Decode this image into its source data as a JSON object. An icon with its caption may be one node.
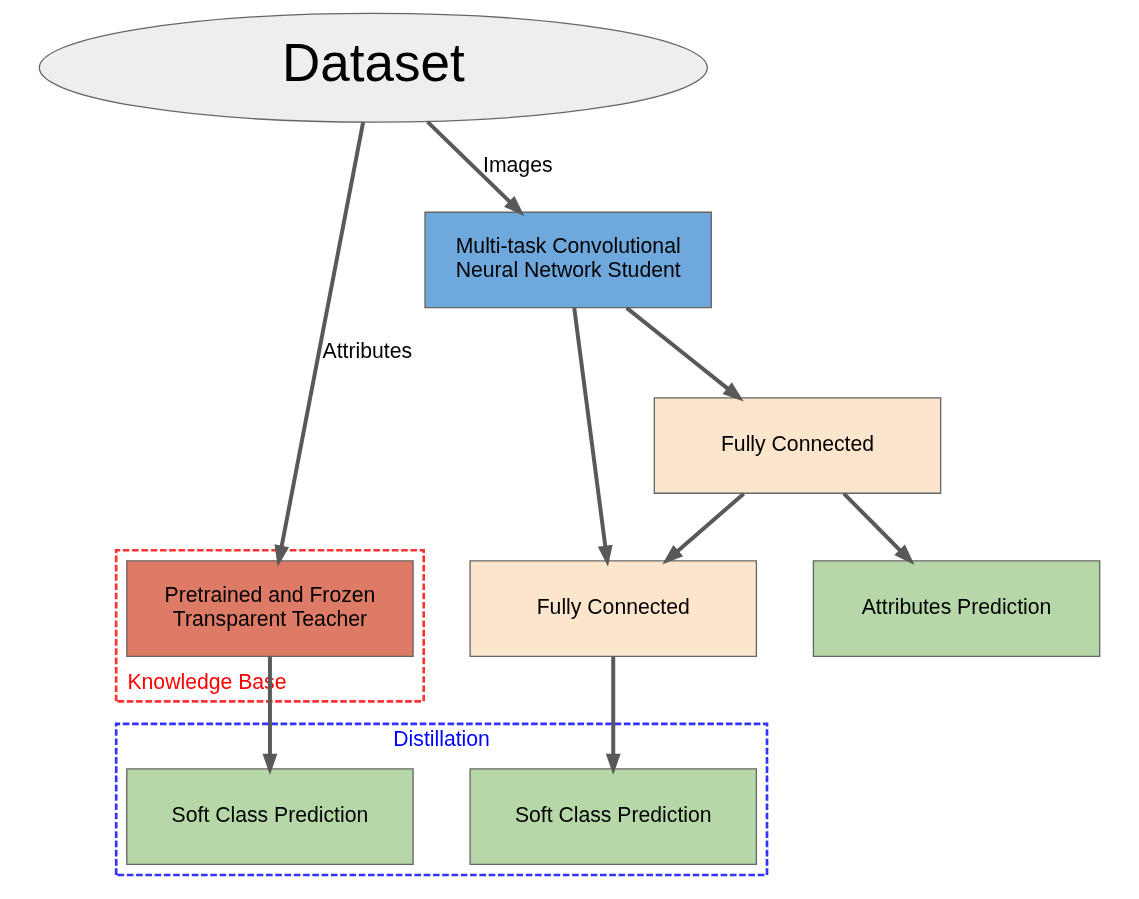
{
  "diagram": {
    "nodes": [
      {
        "text": [
          "Dataset"
        ]
      },
      {
        "text": [
          "Knowledge Base"
        ]
      },
      {
        "text": [
          "Pretrained and Frozen Transparent Teacher"
        ],
        "in": 1
      },
      {
        "text": [
          "Multi-task Convolutional Neural Network Student"
        ]
      },
      {
        "text": [
          "Fully Connected"
        ]
      },
      {
        "text": [
          "Fully Connected"
        ]
      },
      {
        "text": [
          "Distillation"
        ]
      },
      {
        "text": [
          "Soft Class Prediction"
        ],
        "in": 6
      },
      {
        "text": [
          "Soft Class Prediction"
        ],
        "in": 6
      },
      {
        "text": [
          "Attributes Prediction"
        ]
      }
    ],
    "edges": [
      {
        "from": 0,
        "to": 2,
        "arrow": "to",
        "label": "Attributes"
      },
      {
        "from": 0,
        "to": 3,
        "arrow": "to",
        "label": "Images"
      },
      {
        "from": 2,
        "to": 7,
        "arrow": "to"
      },
      {
        "from": 3,
        "to": 4,
        "arrow": "to"
      },
      {
        "from": 3,
        "to": 5,
        "arrow": "to"
      },
      {
        "from": 4,
        "to": 5,
        "arrow": "to"
      },
      {
        "from": 5,
        "to": 8,
        "arrow": "to"
      },
      {
        "from": 4,
        "to": 9,
        "arrow": "to"
      }
    ]
  }
}
